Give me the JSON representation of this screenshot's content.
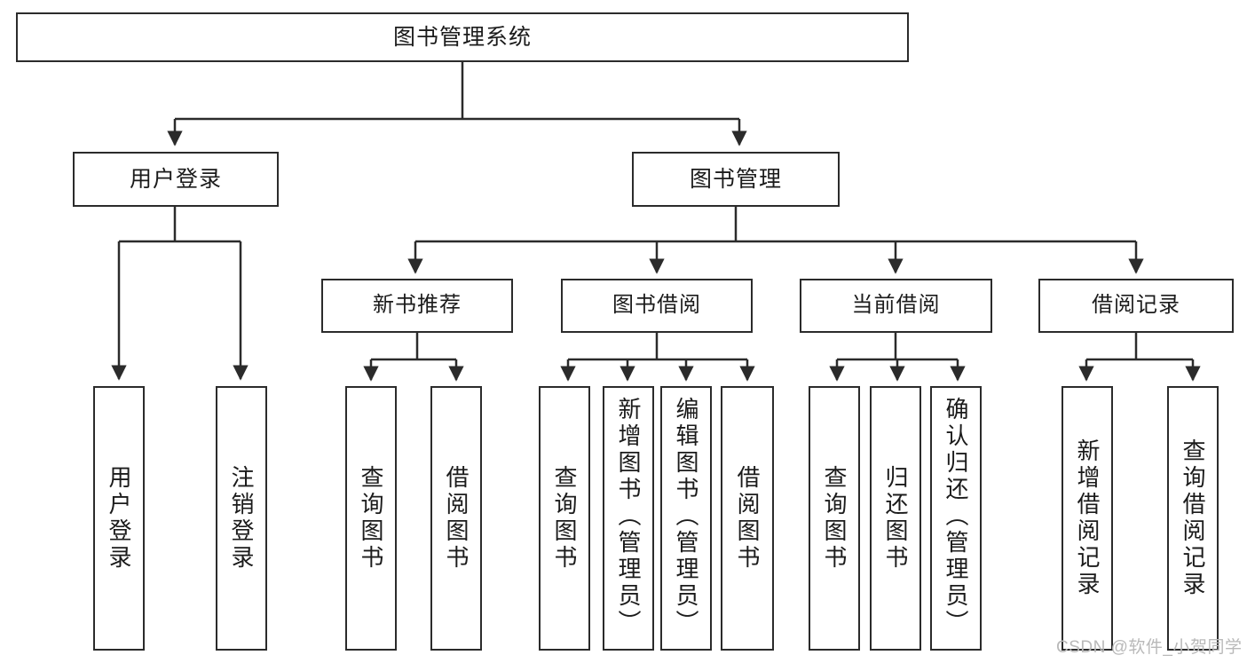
{
  "diagram": {
    "title": "图书管理系统",
    "type": "tree",
    "nodes": {
      "root": {
        "label": "图书管理系统"
      },
      "level1": [
        {
          "id": "user-login",
          "label": "用户登录"
        },
        {
          "id": "book-management",
          "label": "图书管理"
        }
      ],
      "level2": [
        {
          "id": "new-book-recommend",
          "label": "新书推荐"
        },
        {
          "id": "book-borrow",
          "label": "图书借阅"
        },
        {
          "id": "current-borrow",
          "label": "当前借阅"
        },
        {
          "id": "borrow-record",
          "label": "借阅记录"
        }
      ],
      "leaves": {
        "user_login": [
          {
            "id": "leaf-user-login",
            "label": "用户登录"
          },
          {
            "id": "leaf-logout-login",
            "label": "注销登录"
          }
        ],
        "new_book_recommend": [
          {
            "id": "leaf-query-book-1",
            "label": "查询图书"
          },
          {
            "id": "leaf-borrow-book-1",
            "label": "借阅图书"
          }
        ],
        "book_borrow": [
          {
            "id": "leaf-query-book-2",
            "label": "查询图书"
          },
          {
            "id": "leaf-add-book",
            "label": "新增图书（管理员）"
          },
          {
            "id": "leaf-edit-book",
            "label": "编辑图书（管理员）"
          },
          {
            "id": "leaf-borrow-book-2",
            "label": "借阅图书"
          }
        ],
        "current_borrow": [
          {
            "id": "leaf-query-book-3",
            "label": "查询图书"
          },
          {
            "id": "leaf-return-book",
            "label": "归还图书"
          },
          {
            "id": "leaf-confirm-return",
            "label": "确认归还（管理员）"
          }
        ],
        "borrow_record": [
          {
            "id": "leaf-add-record",
            "label": "新增借阅记录"
          },
          {
            "id": "leaf-query-record",
            "label": "查询借阅记录"
          }
        ]
      }
    },
    "colors": {
      "box_border": "#2b2b2b",
      "box_fill": "#ffffff",
      "edge": "#2b2b2b",
      "text": "#1b1b1b",
      "watermark": "#b9b9b9",
      "background": "#ffffff"
    }
  },
  "watermark": {
    "text": "CSDN @软件_小贺同学"
  }
}
